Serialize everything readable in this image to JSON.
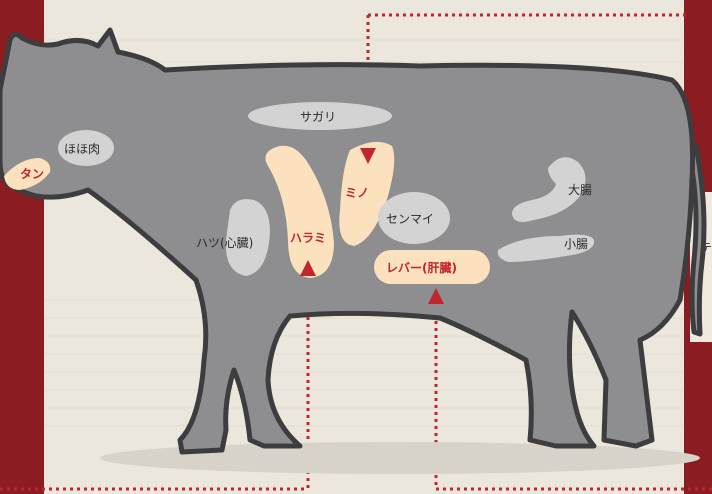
{
  "diagram": {
    "colors": {
      "frame": "#8a1c22",
      "background": "#ece7dc",
      "body": "#8e8e90",
      "outline": "#3d3d3f",
      "highlight_part": "#fbe1bd",
      "plain_part": "#d3d3d3",
      "marker": "#c0262c"
    },
    "parts": {
      "tongue": "タン",
      "cheek": "ほほ肉",
      "skirt_top": "サガリ",
      "heart": "ハツ(心臓)",
      "skirt": "ハラミ",
      "rumen": "ミノ",
      "omasum": "センマイ",
      "liver": "レバー(肝臓)",
      "large_intestine": "大腸",
      "small_intestine": "小腸"
    },
    "edge_text": "テ"
  }
}
